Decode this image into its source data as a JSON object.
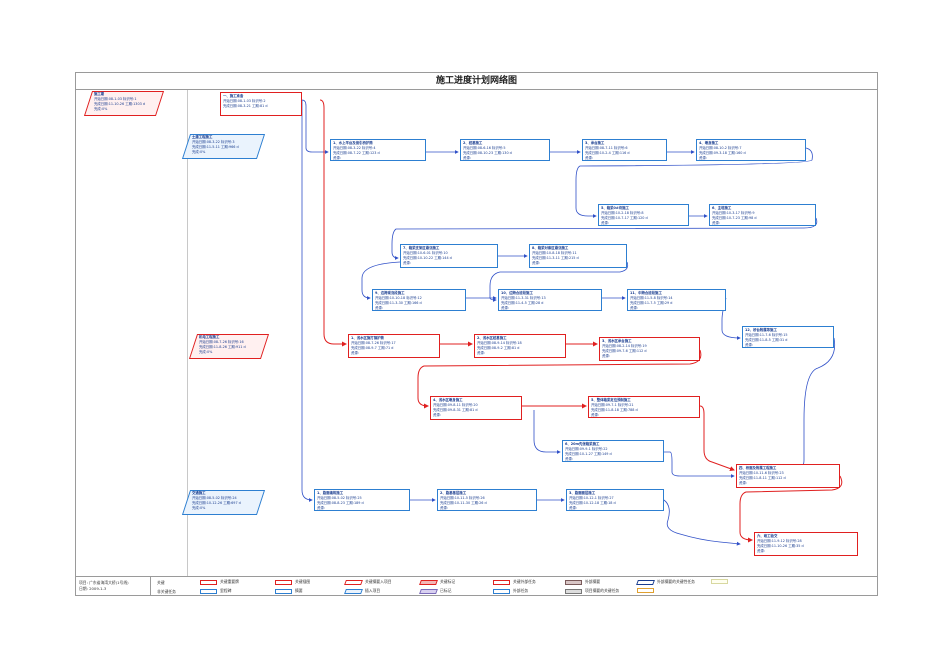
{
  "title": "施工进度计划网络图",
  "labels": {
    "start": "开始日期:",
    "finish": "完成日期:",
    "id": "标识号:",
    "dur": "工期:",
    "done": "完成:",
    "res": "资源:"
  },
  "summaries": [
    {
      "name": "施工期",
      "start": "08-1-03",
      "finish": "11-10-26",
      "id": "1",
      "dur": "1303 d",
      "done": "0%",
      "crit": true
    },
    {
      "name": "土建工程施工",
      "start": "08-3-22",
      "finish": "11-5-11",
      "id": "3",
      "dur": "966 d",
      "done": "0%",
      "crit": false
    },
    {
      "name": "机电工程施工",
      "start": "08-7-26",
      "finish": "11-8-26",
      "id": "16",
      "dur": "911 d",
      "done": "0%",
      "crit": true
    },
    {
      "name": "交通施工",
      "start": "08-5-02",
      "finish": "10-12-26",
      "id": "24",
      "dur": "697 d",
      "done": "0%",
      "crit": false
    }
  ],
  "nodes": [
    {
      "key": "n1",
      "name": "一、施工准备",
      "start": "08-1-03",
      "finish": "08-3-21",
      "id": "2",
      "dur": "81 d",
      "res": false,
      "crit": true
    },
    {
      "key": "n2",
      "name": "1、水上平台及接引桥护筒",
      "start": "08-3-22",
      "finish": "08-7-22",
      "id": "4",
      "dur": "123 d",
      "res": true,
      "crit": false
    },
    {
      "key": "n3",
      "name": "2、桩基施工",
      "start": "08-6-16",
      "finish": "08-10-23",
      "id": "5",
      "dur": "130 d",
      "res": true,
      "crit": false
    },
    {
      "key": "n4",
      "name": "3、承台施工",
      "start": "08-7-11",
      "finish": "10-2-4",
      "id": "6",
      "dur": "116 d",
      "res": true,
      "crit": false
    },
    {
      "key": "n5",
      "name": "4、墩身施工",
      "start": "08-10-2",
      "finish": "09-3-18",
      "id": "7",
      "dur": "160 d",
      "res": true,
      "crit": false
    },
    {
      "key": "n6",
      "name": "5、箱梁0#块施工",
      "start": "10-2-18",
      "finish": "10-7-17",
      "id": "8",
      "dur": "120 d",
      "res": true,
      "crit": false
    },
    {
      "key": "n7",
      "name": "6、主塔施工",
      "start": "10-3-17",
      "finish": "10-7-23",
      "id": "9",
      "dur": "98 d",
      "res": true,
      "crit": false
    },
    {
      "key": "n8",
      "name": "7、箱梁支架区悬浇施工",
      "start": "10-6-01",
      "finish": "10-10-22",
      "id": "10",
      "dur": "144 d",
      "res": true,
      "crit": false
    },
    {
      "key": "n9",
      "name": "8、箱梁对索区悬浇施工",
      "start": "10-8-18",
      "finish": "11-3-11",
      "id": "11",
      "dur": "215 d",
      "res": true,
      "crit": false
    },
    {
      "key": "n10",
      "name": "9、边跨现浇段施工",
      "start": "10-10-18",
      "finish": "11-3-30",
      "id": "12",
      "dur": "166 d",
      "res": true,
      "crit": false
    },
    {
      "key": "n11",
      "name": "10、边跨合拢段施工",
      "start": "11-3-31",
      "finish": "11-4-5",
      "id": "13",
      "dur": "28 d",
      "res": true,
      "crit": false
    },
    {
      "key": "n12",
      "name": "11、中跨合拢段施工",
      "start": "11-5-8",
      "finish": "11-7-5",
      "id": "14",
      "dur": "29 d",
      "res": true,
      "crit": false
    },
    {
      "key": "n13",
      "name": "12、桥台附属等施工",
      "start": "11-7-6",
      "finish": "11-8-5",
      "id": "15",
      "dur": "31 d",
      "res": true,
      "crit": false
    },
    {
      "key": "n14",
      "name": "1、浅水区施打钢护筒",
      "start": "08-7-26",
      "finish": "08-9-7",
      "id": "17",
      "dur": "71 d",
      "res": true,
      "crit": true
    },
    {
      "key": "n15",
      "name": "2、浅水区桩基施工",
      "start": "08-9-14",
      "finish": "08-9-2",
      "id": "18",
      "dur": "81 d",
      "res": true,
      "crit": true
    },
    {
      "key": "n16",
      "name": "3、浅水区承台施工",
      "start": "08-2-14",
      "finish": "09-7-6",
      "id": "19",
      "dur": "112 d",
      "res": true,
      "crit": true
    },
    {
      "key": "n17",
      "name": "4、浅水区墩身施工",
      "start": "09-8-11",
      "finish": "09-8-31",
      "id": "20",
      "dur": "81 d",
      "res": true,
      "crit": true
    },
    {
      "key": "n18",
      "name": "5、整体箱梁定位预制施工",
      "start": "09-7-1",
      "finish": "11-8-18",
      "id": "21",
      "dur": "788 d",
      "res": true,
      "crit": true
    },
    {
      "key": "n19",
      "name": "6、20m先张箱梁施工",
      "start": "09-9-1",
      "finish": "10-1-27",
      "id": "22",
      "dur": "149 d",
      "res": true,
      "crit": false
    },
    {
      "key": "n20",
      "name": "四、桥面及附属工程施工",
      "start": "10-11-6",
      "finish": "11-8-11",
      "id": "23",
      "dur": "112 d",
      "res": true,
      "crit": true
    },
    {
      "key": "n21",
      "name": "1、路面填筑施工",
      "start": "08-5-02",
      "finish": "08-8-23",
      "id": "25",
      "dur": "189 d",
      "res": true,
      "crit": false
    },
    {
      "key": "n22",
      "name": "2、路基基层施工",
      "start": "10-11-5",
      "finish": "10-11-30",
      "id": "26",
      "dur": "26 d",
      "res": true,
      "crit": false
    },
    {
      "key": "n23",
      "name": "3、路面面层施工",
      "start": "10-12-1",
      "finish": "10-12-18",
      "id": "27",
      "dur": "18 d",
      "res": true,
      "crit": false
    },
    {
      "key": "n24",
      "name": "六、竣工验交",
      "start": "11-9-12",
      "finish": "11-10-26",
      "id": "28",
      "dur": "35 d",
      "res": true,
      "crit": true
    }
  ],
  "legend": {
    "project_line1": "项目: 广东省海湾大桥(1号线)",
    "project_line2": "日期: 2009-1-3",
    "row1_head": "关键",
    "row2_head": "非关键任务",
    "items": [
      {
        "label": "关键重要牌",
        "row": 1,
        "border": "#e02020",
        "fill": "#ffffff",
        "skew": false
      },
      {
        "label": "关键插图",
        "row": 1,
        "border": "#e02020",
        "fill": "#ffffff",
        "skew": false
      },
      {
        "label": "关键摘要入项目",
        "row": 1,
        "border": "#e02020",
        "fill": "#ffffff",
        "skew": true
      },
      {
        "label": "关键标记",
        "row": 1,
        "border": "#e02020",
        "fill": "#f3b7b7",
        "skew": true
      },
      {
        "label": "关键外部任务",
        "row": 1,
        "border": "#e02020",
        "fill": "#ffffff",
        "skew": false
      },
      {
        "label": "外部摘要",
        "row": 1,
        "border": "#7a5a5a",
        "fill": "#d9c7c7",
        "skew": false
      },
      {
        "label": "外部摘要的关键性任务",
        "row": 1,
        "border": "#1a3d8f",
        "fill": "#ffffff",
        "skew": true
      },
      {
        "label": "",
        "row": 1,
        "border": "#d8d8a0",
        "fill": "#fffff0",
        "skew": false
      },
      {
        "label": "里程碑",
        "row": 2,
        "border": "#2d7fd1",
        "fill": "#ffffff",
        "skew": false
      },
      {
        "label": "摘要",
        "row": 2,
        "border": "#2d7fd1",
        "fill": "#ffffff",
        "skew": false
      },
      {
        "label": "插入项目",
        "row": 2,
        "border": "#2d7fd1",
        "fill": "#eaf3fd",
        "skew": true
      },
      {
        "label": "已标记",
        "row": 2,
        "border": "#7a6ab8",
        "fill": "#d8d0f0",
        "skew": true
      },
      {
        "label": "外部任务",
        "row": 2,
        "border": "#2d7fd1",
        "fill": "#ffffff",
        "skew": false
      },
      {
        "label": "项目摘要的关键任务",
        "row": 2,
        "border": "#777777",
        "fill": "#dddddd",
        "skew": false
      },
      {
        "label": "",
        "row": 2,
        "border": "#e0a030",
        "fill": "#ffffff",
        "skew": false
      }
    ]
  }
}
